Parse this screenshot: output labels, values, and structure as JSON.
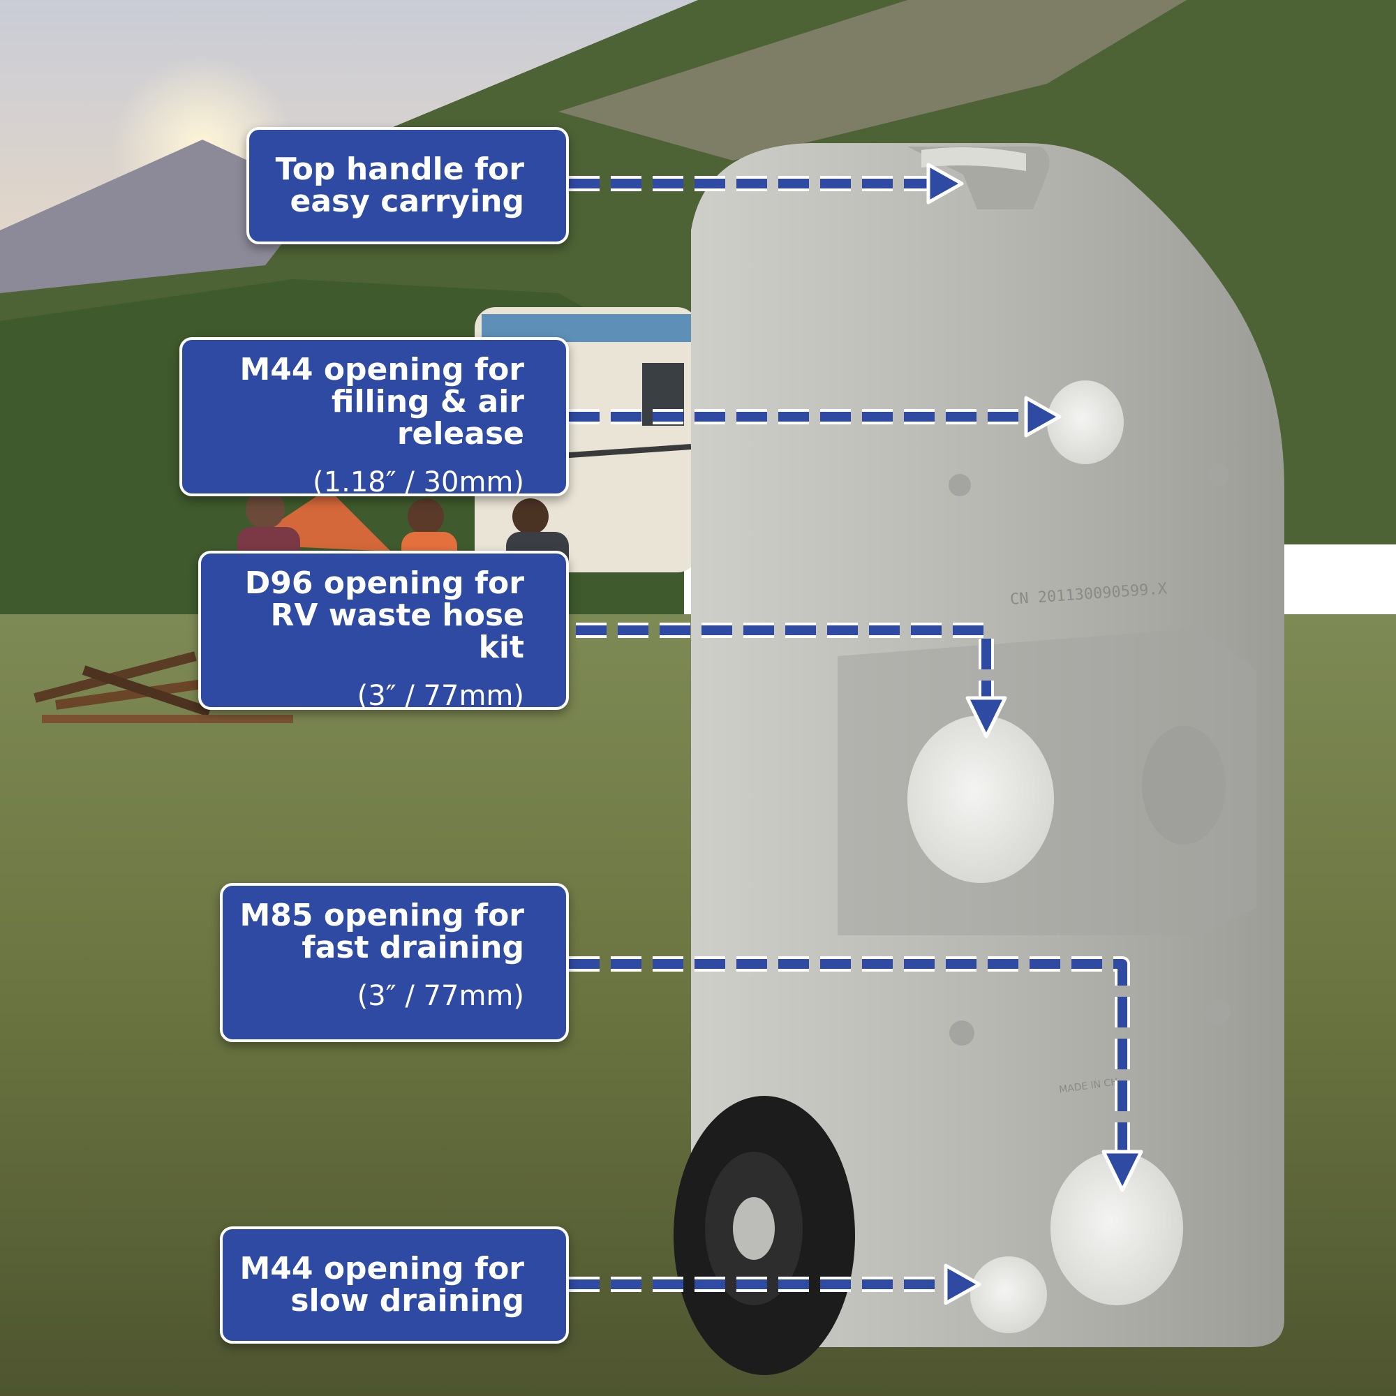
{
  "colors": {
    "callout_fill": "#2e4aa3",
    "callout_border": "#ffffff",
    "arrow_fill": "#2e4aa3",
    "tank_body": "#b9b9b4",
    "wheel": "#1c1c1c"
  },
  "callouts": [
    {
      "id": "top-handle",
      "title": "Top handle for\neasy carrying",
      "size": ""
    },
    {
      "id": "fill-opening",
      "title": "M44 opening for\nfilling & air release",
      "size": "(1.18″ / 30mm)"
    },
    {
      "id": "hose-opening",
      "title": "D96 opening for\nRV waste hose kit",
      "size": "(3″ / 77mm)"
    },
    {
      "id": "fast-drain",
      "title": "M85 opening for\nfast draining",
      "size": "(3″ / 77mm)"
    },
    {
      "id": "slow-drain",
      "title": "M44 opening for\nslow draining",
      "size": ""
    }
  ],
  "tank": {
    "embossed_code": "CN 201130090599.X",
    "embossed_label": "MADE IN CH"
  },
  "icons": [
    "sun-icon",
    "mountain-icon",
    "rv-icon",
    "tent-icon",
    "campfire-icon",
    "wheel-icon",
    "cap-icon",
    "arrow-icon"
  ]
}
